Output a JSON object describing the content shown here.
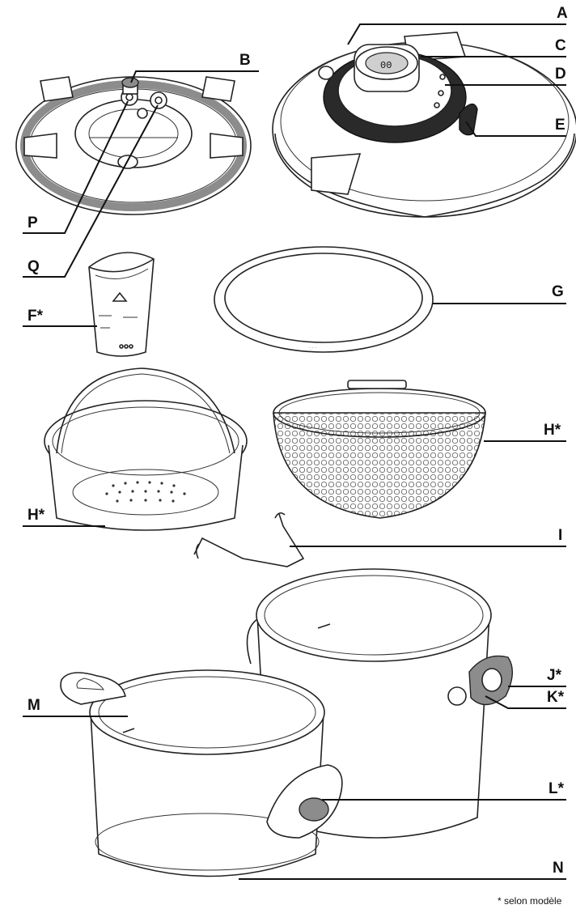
{
  "labels": {
    "A": "A",
    "B": "B",
    "C": "C",
    "D": "D",
    "E": "E",
    "P": "P",
    "Q": "Q",
    "F": "F*",
    "G": "G",
    "H_right": "H*",
    "H_left": "H*",
    "I": "I",
    "J": "J*",
    "K": "K*",
    "M": "M",
    "L": "L*",
    "N": "N"
  },
  "display_reading": "00",
  "footnote": "* selon modèle",
  "colors": {
    "ink": "#111111",
    "grey_gasket": "#8c8c8c",
    "dark_ring": "#2a2a2a"
  }
}
